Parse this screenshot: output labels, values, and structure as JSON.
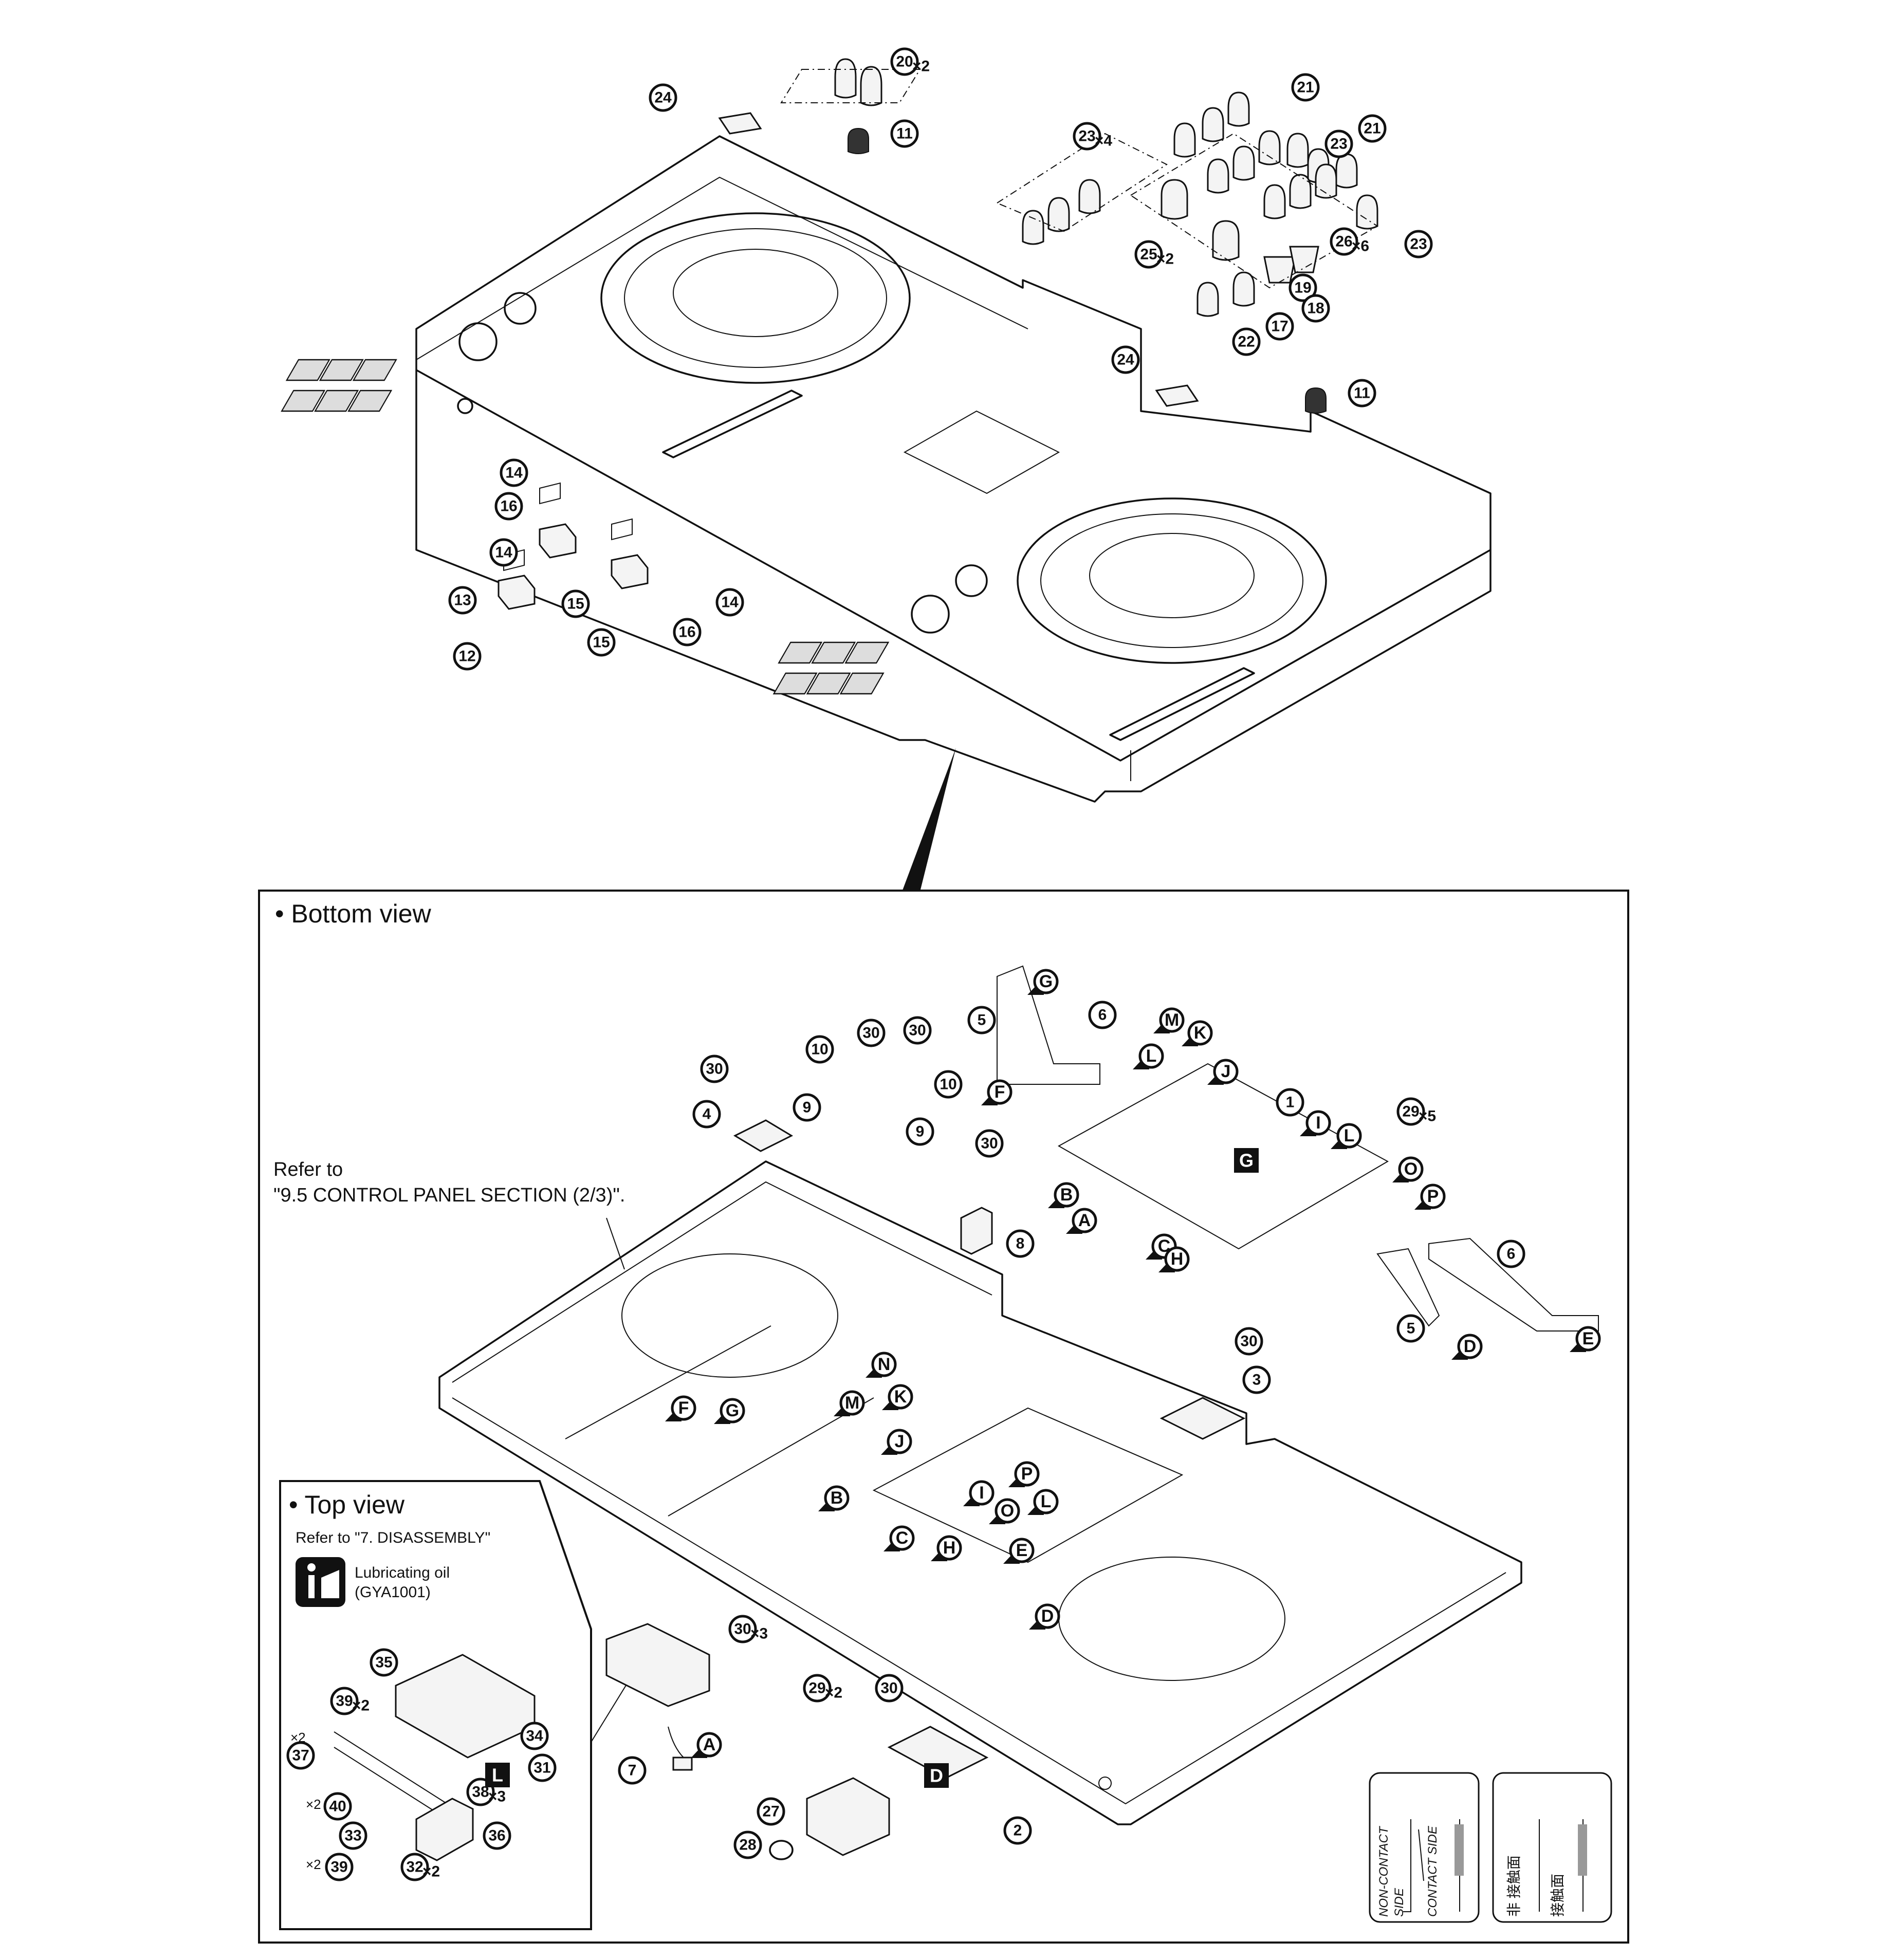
{
  "bottom_view": {
    "title": "• Bottom view",
    "refer_line1": "Refer to",
    "refer_line2": "\"9.5 CONTROL PANEL SECTION (2/3)\"."
  },
  "top_view": {
    "title": "• Top view",
    "refer": "Refer to \"7. DISASSEMBLY\"",
    "lube_line1": "Lubricating oil",
    "lube_line2": "(GYA1001)"
  },
  "legend": {
    "non_contact_en_1": "NON-CONTACT",
    "non_contact_en_2": "SIDE",
    "contact_en": "CONTACT SIDE",
    "non_contact_ja": "非 接触面",
    "contact_ja": "接触面"
  },
  "callouts": [
    {
      "label": "20",
      "mult": "×2"
    },
    {
      "label": "24"
    },
    {
      "label": "11"
    },
    {
      "label": "23",
      "mult": "×4"
    },
    {
      "label": "21"
    },
    {
      "label": "23"
    },
    {
      "label": "21"
    },
    {
      "label": "25",
      "mult": "×2"
    },
    {
      "label": "26",
      "mult": "×6"
    },
    {
      "label": "23"
    },
    {
      "label": "19"
    },
    {
      "label": "18"
    },
    {
      "label": "17"
    },
    {
      "label": "22"
    },
    {
      "label": "24"
    },
    {
      "label": "11"
    },
    {
      "label": "14"
    },
    {
      "label": "16"
    },
    {
      "label": "14"
    },
    {
      "label": "13"
    },
    {
      "label": "15"
    },
    {
      "label": "14"
    },
    {
      "label": "15"
    },
    {
      "label": "16"
    },
    {
      "label": "12"
    },
    {
      "label": "30"
    },
    {
      "label": "30"
    },
    {
      "label": "30"
    },
    {
      "label": "10"
    },
    {
      "label": "10"
    },
    {
      "label": "9"
    },
    {
      "label": "9"
    },
    {
      "label": "4"
    },
    {
      "label": "30"
    },
    {
      "label": "8"
    },
    {
      "label": "5"
    },
    {
      "label": "6"
    },
    {
      "label": "1"
    },
    {
      "label": "29",
      "mult": "×5"
    },
    {
      "label": "6"
    },
    {
      "label": "5"
    },
    {
      "label": "30"
    },
    {
      "label": "3"
    },
    {
      "label": "30",
      "mult": "×3"
    },
    {
      "label": "7"
    },
    {
      "label": "29",
      "mult": "×2"
    },
    {
      "label": "30"
    },
    {
      "label": "27"
    },
    {
      "label": "28"
    },
    {
      "label": "2"
    },
    {
      "label": "35"
    },
    {
      "label": "39",
      "mult": "×2"
    },
    {
      "label": "34"
    },
    {
      "label": "37"
    },
    {
      "label": "31"
    },
    {
      "label": "38",
      "mult": "×3"
    },
    {
      "label": "40"
    },
    {
      "label": "33"
    },
    {
      "label": "36"
    },
    {
      "label": "39"
    },
    {
      "label": "32",
      "mult": "×2"
    }
  ],
  "x2_prefix": "×2",
  "refs": [
    "G",
    "M",
    "K",
    "L",
    "J",
    "F",
    "I",
    "L",
    "O",
    "P",
    "B",
    "A",
    "C",
    "H",
    "D",
    "E",
    "N",
    "F",
    "G",
    "M",
    "K",
    "J",
    "I",
    "P",
    "O",
    "L",
    "E",
    "B",
    "C",
    "H",
    "D",
    "A"
  ],
  "boards": [
    "G",
    "D",
    "L"
  ]
}
